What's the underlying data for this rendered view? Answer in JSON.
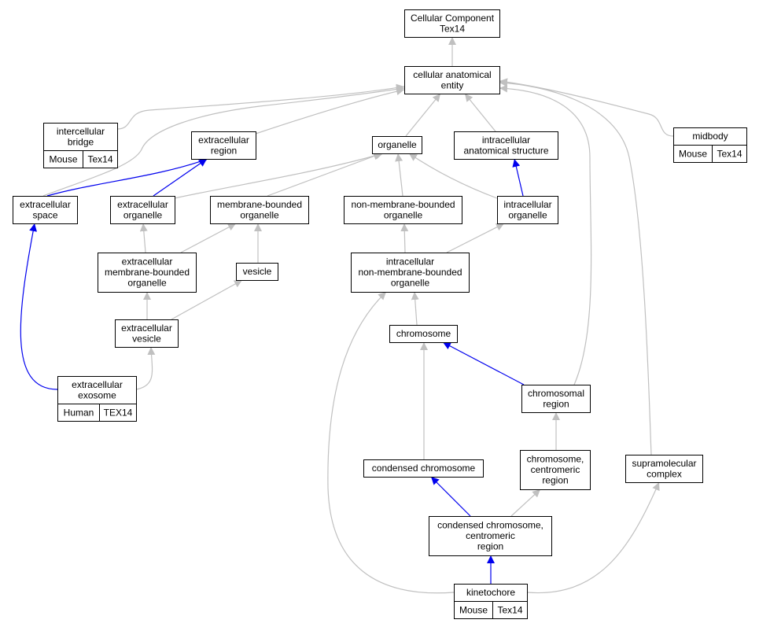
{
  "colors": {
    "is_a_edge": "#c0c0c0",
    "part_of_edge": "#0000ee",
    "mouse_tag": "#add8e6",
    "human_tag": "#ff6347",
    "node_fill": "#ffffff",
    "node_border": "#000000"
  },
  "nodes": {
    "cellular_component": {
      "lines": [
        "Cellular Component",
        "Tex14"
      ]
    },
    "cellular_anatomical_entity": {
      "lines": [
        "cellular anatomical",
        "entity"
      ]
    },
    "intercellular_bridge": {
      "lines": [
        "intercellular",
        "bridge"
      ],
      "tags": [
        "Mouse",
        "Tex14"
      ],
      "tag_color": "#add8e6"
    },
    "extracellular_region": {
      "lines": [
        "extracellular",
        "region"
      ]
    },
    "organelle": {
      "lines": [
        "organelle"
      ]
    },
    "intracellular_anatomical_structure": {
      "lines": [
        "intracellular",
        "anatomical structure"
      ]
    },
    "midbody": {
      "lines": [
        "midbody"
      ],
      "tags": [
        "Mouse",
        "Tex14"
      ],
      "tag_color": "#add8e6"
    },
    "extracellular_space": {
      "lines": [
        "extracellular",
        "space"
      ]
    },
    "extracellular_organelle": {
      "lines": [
        "extracellular",
        "organelle"
      ]
    },
    "membrane_bounded_organelle": {
      "lines": [
        "membrane-bounded",
        "organelle"
      ]
    },
    "non_membrane_bounded_organelle": {
      "lines": [
        "non-membrane-bounded",
        "organelle"
      ]
    },
    "intracellular_organelle": {
      "lines": [
        "intracellular",
        "organelle"
      ]
    },
    "extracellular_membrane_bounded_organelle": {
      "lines": [
        "extracellular",
        "membrane-bounded",
        "organelle"
      ]
    },
    "vesicle": {
      "lines": [
        "vesicle"
      ]
    },
    "intracellular_non_membrane_bounded_organelle": {
      "lines": [
        "intracellular",
        "non-membrane-bounded",
        "organelle"
      ]
    },
    "extracellular_vesicle": {
      "lines": [
        "extracellular",
        "vesicle"
      ]
    },
    "chromosome": {
      "lines": [
        "chromosome"
      ]
    },
    "extracellular_exosome": {
      "lines": [
        "extracellular",
        "exosome"
      ],
      "tags": [
        "Human",
        "TEX14"
      ],
      "tag_color": "#ff6347"
    },
    "chromosomal_region": {
      "lines": [
        "chromosomal",
        "region"
      ]
    },
    "condensed_chromosome": {
      "lines": [
        "condensed chromosome"
      ]
    },
    "chromosome_centromeric_region": {
      "lines": [
        "chromosome,",
        "centromeric",
        "region"
      ]
    },
    "supramolecular_complex": {
      "lines": [
        "supramolecular",
        "complex"
      ]
    },
    "condensed_chromosome_centromeric_region": {
      "lines": [
        "condensed chromosome,",
        "centromeric",
        "region"
      ]
    },
    "kinetochore": {
      "lines": [
        "kinetochore"
      ],
      "tags": [
        "Mouse",
        "Tex14"
      ],
      "tag_color": "#add8e6"
    }
  },
  "edges": [
    {
      "from": "cellular_anatomical_entity",
      "to": "cellular_component",
      "type": "is_a"
    },
    {
      "from": "intercellular_bridge",
      "to": "cellular_anatomical_entity",
      "type": "is_a"
    },
    {
      "from": "extracellular_region",
      "to": "cellular_anatomical_entity",
      "type": "is_a"
    },
    {
      "from": "organelle",
      "to": "cellular_anatomical_entity",
      "type": "is_a"
    },
    {
      "from": "intracellular_anatomical_structure",
      "to": "cellular_anatomical_entity",
      "type": "is_a"
    },
    {
      "from": "midbody",
      "to": "cellular_anatomical_entity",
      "type": "is_a"
    },
    {
      "from": "extracellular_space",
      "to": "cellular_anatomical_entity",
      "type": "is_a"
    },
    {
      "from": "extracellular_space",
      "to": "extracellular_region",
      "type": "part_of"
    },
    {
      "from": "extracellular_organelle",
      "to": "extracellular_region",
      "type": "part_of"
    },
    {
      "from": "extracellular_organelle",
      "to": "organelle",
      "type": "is_a"
    },
    {
      "from": "membrane_bounded_organelle",
      "to": "organelle",
      "type": "is_a"
    },
    {
      "from": "non_membrane_bounded_organelle",
      "to": "organelle",
      "type": "is_a"
    },
    {
      "from": "intracellular_organelle",
      "to": "organelle",
      "type": "is_a"
    },
    {
      "from": "intracellular_organelle",
      "to": "intracellular_anatomical_structure",
      "type": "part_of"
    },
    {
      "from": "extracellular_membrane_bounded_organelle",
      "to": "extracellular_organelle",
      "type": "is_a"
    },
    {
      "from": "extracellular_membrane_bounded_organelle",
      "to": "membrane_bounded_organelle",
      "type": "is_a"
    },
    {
      "from": "vesicle",
      "to": "membrane_bounded_organelle",
      "type": "is_a"
    },
    {
      "from": "intracellular_non_membrane_bounded_organelle",
      "to": "non_membrane_bounded_organelle",
      "type": "is_a"
    },
    {
      "from": "intracellular_non_membrane_bounded_organelle",
      "to": "intracellular_organelle",
      "type": "is_a"
    },
    {
      "from": "extracellular_vesicle",
      "to": "extracellular_membrane_bounded_organelle",
      "type": "is_a"
    },
    {
      "from": "extracellular_vesicle",
      "to": "vesicle",
      "type": "is_a"
    },
    {
      "from": "chromosome",
      "to": "intracellular_non_membrane_bounded_organelle",
      "type": "is_a"
    },
    {
      "from": "extracellular_exosome",
      "to": "extracellular_space",
      "type": "part_of"
    },
    {
      "from": "extracellular_exosome",
      "to": "extracellular_vesicle",
      "type": "is_a"
    },
    {
      "from": "chromosomal_region",
      "to": "chromosome",
      "type": "part_of"
    },
    {
      "from": "chromosomal_region",
      "to": "cellular_anatomical_entity",
      "type": "is_a"
    },
    {
      "from": "condensed_chromosome",
      "to": "chromosome",
      "type": "is_a"
    },
    {
      "from": "chromosome_centromeric_region",
      "to": "chromosomal_region",
      "type": "is_a"
    },
    {
      "from": "supramolecular_complex",
      "to": "cellular_anatomical_entity",
      "type": "is_a"
    },
    {
      "from": "condensed_chromosome_centromeric_region",
      "to": "condensed_chromosome",
      "type": "part_of"
    },
    {
      "from": "condensed_chromosome_centromeric_region",
      "to": "chromosome_centromeric_region",
      "type": "is_a"
    },
    {
      "from": "kinetochore",
      "to": "condensed_chromosome_centromeric_region",
      "type": "part_of"
    },
    {
      "from": "kinetochore",
      "to": "intracellular_non_membrane_bounded_organelle",
      "type": "is_a"
    },
    {
      "from": "kinetochore",
      "to": "supramolecular_complex",
      "type": "is_a"
    }
  ]
}
